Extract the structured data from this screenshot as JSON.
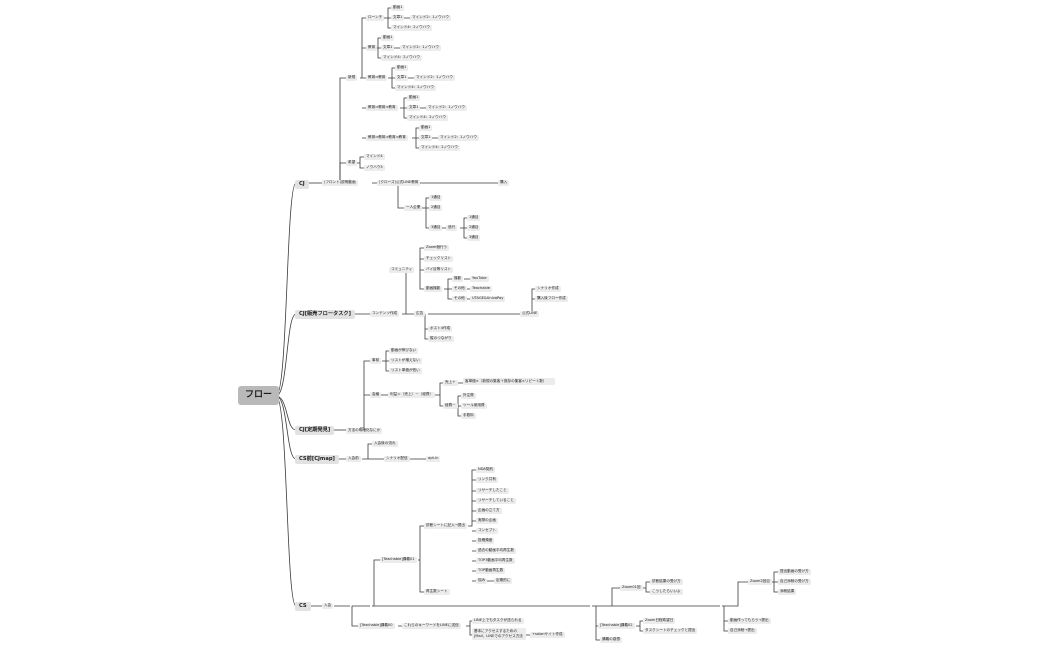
{
  "mindmap": {
    "root": "フロー",
    "cj": {
      "label": "CJ",
      "shinki": "新規",
      "loaner": "ローンチ",
      "kyoiku": "教育",
      "kyoiku_kyoiku": "教育⇒教育",
      "kyoiku3": "教育⇒教育⇒教育",
      "kyoiku4": "教育⇒教育⇒教育⇒教育",
      "kibo": "希望",
      "common_d1": "動画1",
      "common_bunsho": "文章1",
      "common_mind2": "マインド2：1ノウハウ",
      "common_mind4": "マインド4：2ノウハウ",
      "kibo_mind": "マインド4",
      "kibo_know": "ノウハウ5",
      "front": "(フロント)説明動画",
      "closing": "(クローズ)公式LINE教育",
      "buy": "購入",
      "ichi": "一人企業",
      "day1": "1通目",
      "day2": "2通目",
      "day3": "3通目",
      "suppl": "追行",
      "d1": "1通目",
      "d2": "2通目",
      "d3": "3通目"
    },
    "cjsale": {
      "label": "CJ[販売フロータスク]",
      "contents": "コンテンツ作成",
      "community": "コミュニティ",
      "zoom": "Zoom個行う",
      "check": "チェックリスト",
      "baiko": "バイ目等リスト",
      "video": "動画撮影",
      "satsuei": "撮影",
      "youtube": "YouTube",
      "sonota1": "その他",
      "teachable": "Teachable",
      "sonota2": "その他",
      "utage": "UTAGE&UnivaPay",
      "scenario": "シナリオ作成",
      "buyflow": "購入後フロー作成",
      "mlm": "公式LINE",
      "kouhou": "広告",
      "post": "ポスト4作成",
      "fan": "縦のつながり"
    },
    "cjkm": {
      "label": "CJ[定期発見]",
      "honsha": "方法の明確化なにか",
      "before": "事前",
      "q1": "動画が伸びない",
      "q2": "リストが増えない",
      "q3": "リスト単価が低い",
      "kaigi": "会議",
      "profit": "利益＝（売上）－（経費）",
      "uriage": "売上＋",
      "uriage_calc": "客単価×（新規の集客＋既存の集客×リピート数）",
      "keihi": "経費－",
      "k1": "外注費",
      "k2": "ツール使用費",
      "k3": "手数料"
    },
    "cs_cjmap": {
      "label": "CS前[CJmap]",
      "nyushu": "入会前",
      "nyushu_flow": "入会後の流れ",
      "scenario": "シナリオ配信",
      "optin": "opt-in"
    },
    "cs": {
      "label": "CS",
      "nyukai": "入会",
      "teach1": "[Teachable]講義01",
      "sheet_intro": "診断シートに記入→提出",
      "s1": "NDA契約",
      "s2": "リンク共有",
      "s3": "リサーチしたこと",
      "s4": "リサーチしていること",
      "s5": "企画の立て方",
      "s6": "実際の企画",
      "s7": "コンセプト",
      "s8": "投稿頻度",
      "s9": "過去の動画平均再生数",
      "s10": "TOP3動画平均再生数",
      "s11": "TOP動画再生数",
      "s12": "悩み",
      "s12b": "定期的に",
      "sheet2": "再生数シート",
      "teach0": "[Teachable]講義00",
      "line_kw": "これらのキーワードをLINEに送信",
      "line1": "LINE上でもタスクが送られる",
      "line2": "基本にアクセスするための[Mail、LINEでのアクセス方法",
      "salon": "+salonサイト作成",
      "zoom01": "Zoom01回",
      "zoom01a": "診断結果の受け方",
      "zoom01b": "こうしたらいいよ",
      "teach2": "[Teachable]講義02",
      "zoom_v": "Zoom日程希望日",
      "task_check": "タスクシートのチェックと提出",
      "kanso": "講義の感想",
      "zoom2": "Zoom2回目",
      "z2a": "提出動画の受け方",
      "z2b": "自己添削の受け方",
      "z2c": "添削結果",
      "self1": "動画作ってもらう→提出",
      "self2": "自己添削→提出"
    }
  }
}
